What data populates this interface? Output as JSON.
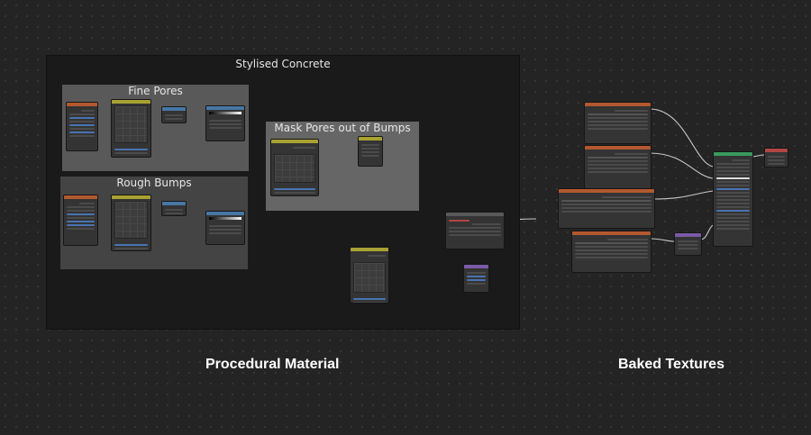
{
  "frames": {
    "main": {
      "label": "Stylised Concrete"
    },
    "fine_pores": {
      "label": "Fine Pores"
    },
    "rough_bumps": {
      "label": "Rough Bumps"
    },
    "mask": {
      "label": "Mask Pores out of Bumps"
    }
  },
  "captions": {
    "procedural": "Procedural Material",
    "baked": "Baked Textures"
  },
  "colors": {
    "background": "#242424",
    "frame_main": "#1a1a1a",
    "frame_fine_pores": "#595959",
    "frame_rough_bumps": "#444444",
    "frame_mask": "#666666",
    "node_body": "#343434",
    "header_texture": "#b3582f",
    "header_converter": "#a8a231",
    "header_vector": "#4777a4",
    "header_output": "#7a5ba8",
    "header_shader": "#399a5e",
    "header_material_output": "#b34545",
    "wire": "#c8c8c8",
    "wire_yellow": "#b5b23c"
  },
  "icons": {
    "node_socket": "circle",
    "node_wire": "link-curve"
  }
}
